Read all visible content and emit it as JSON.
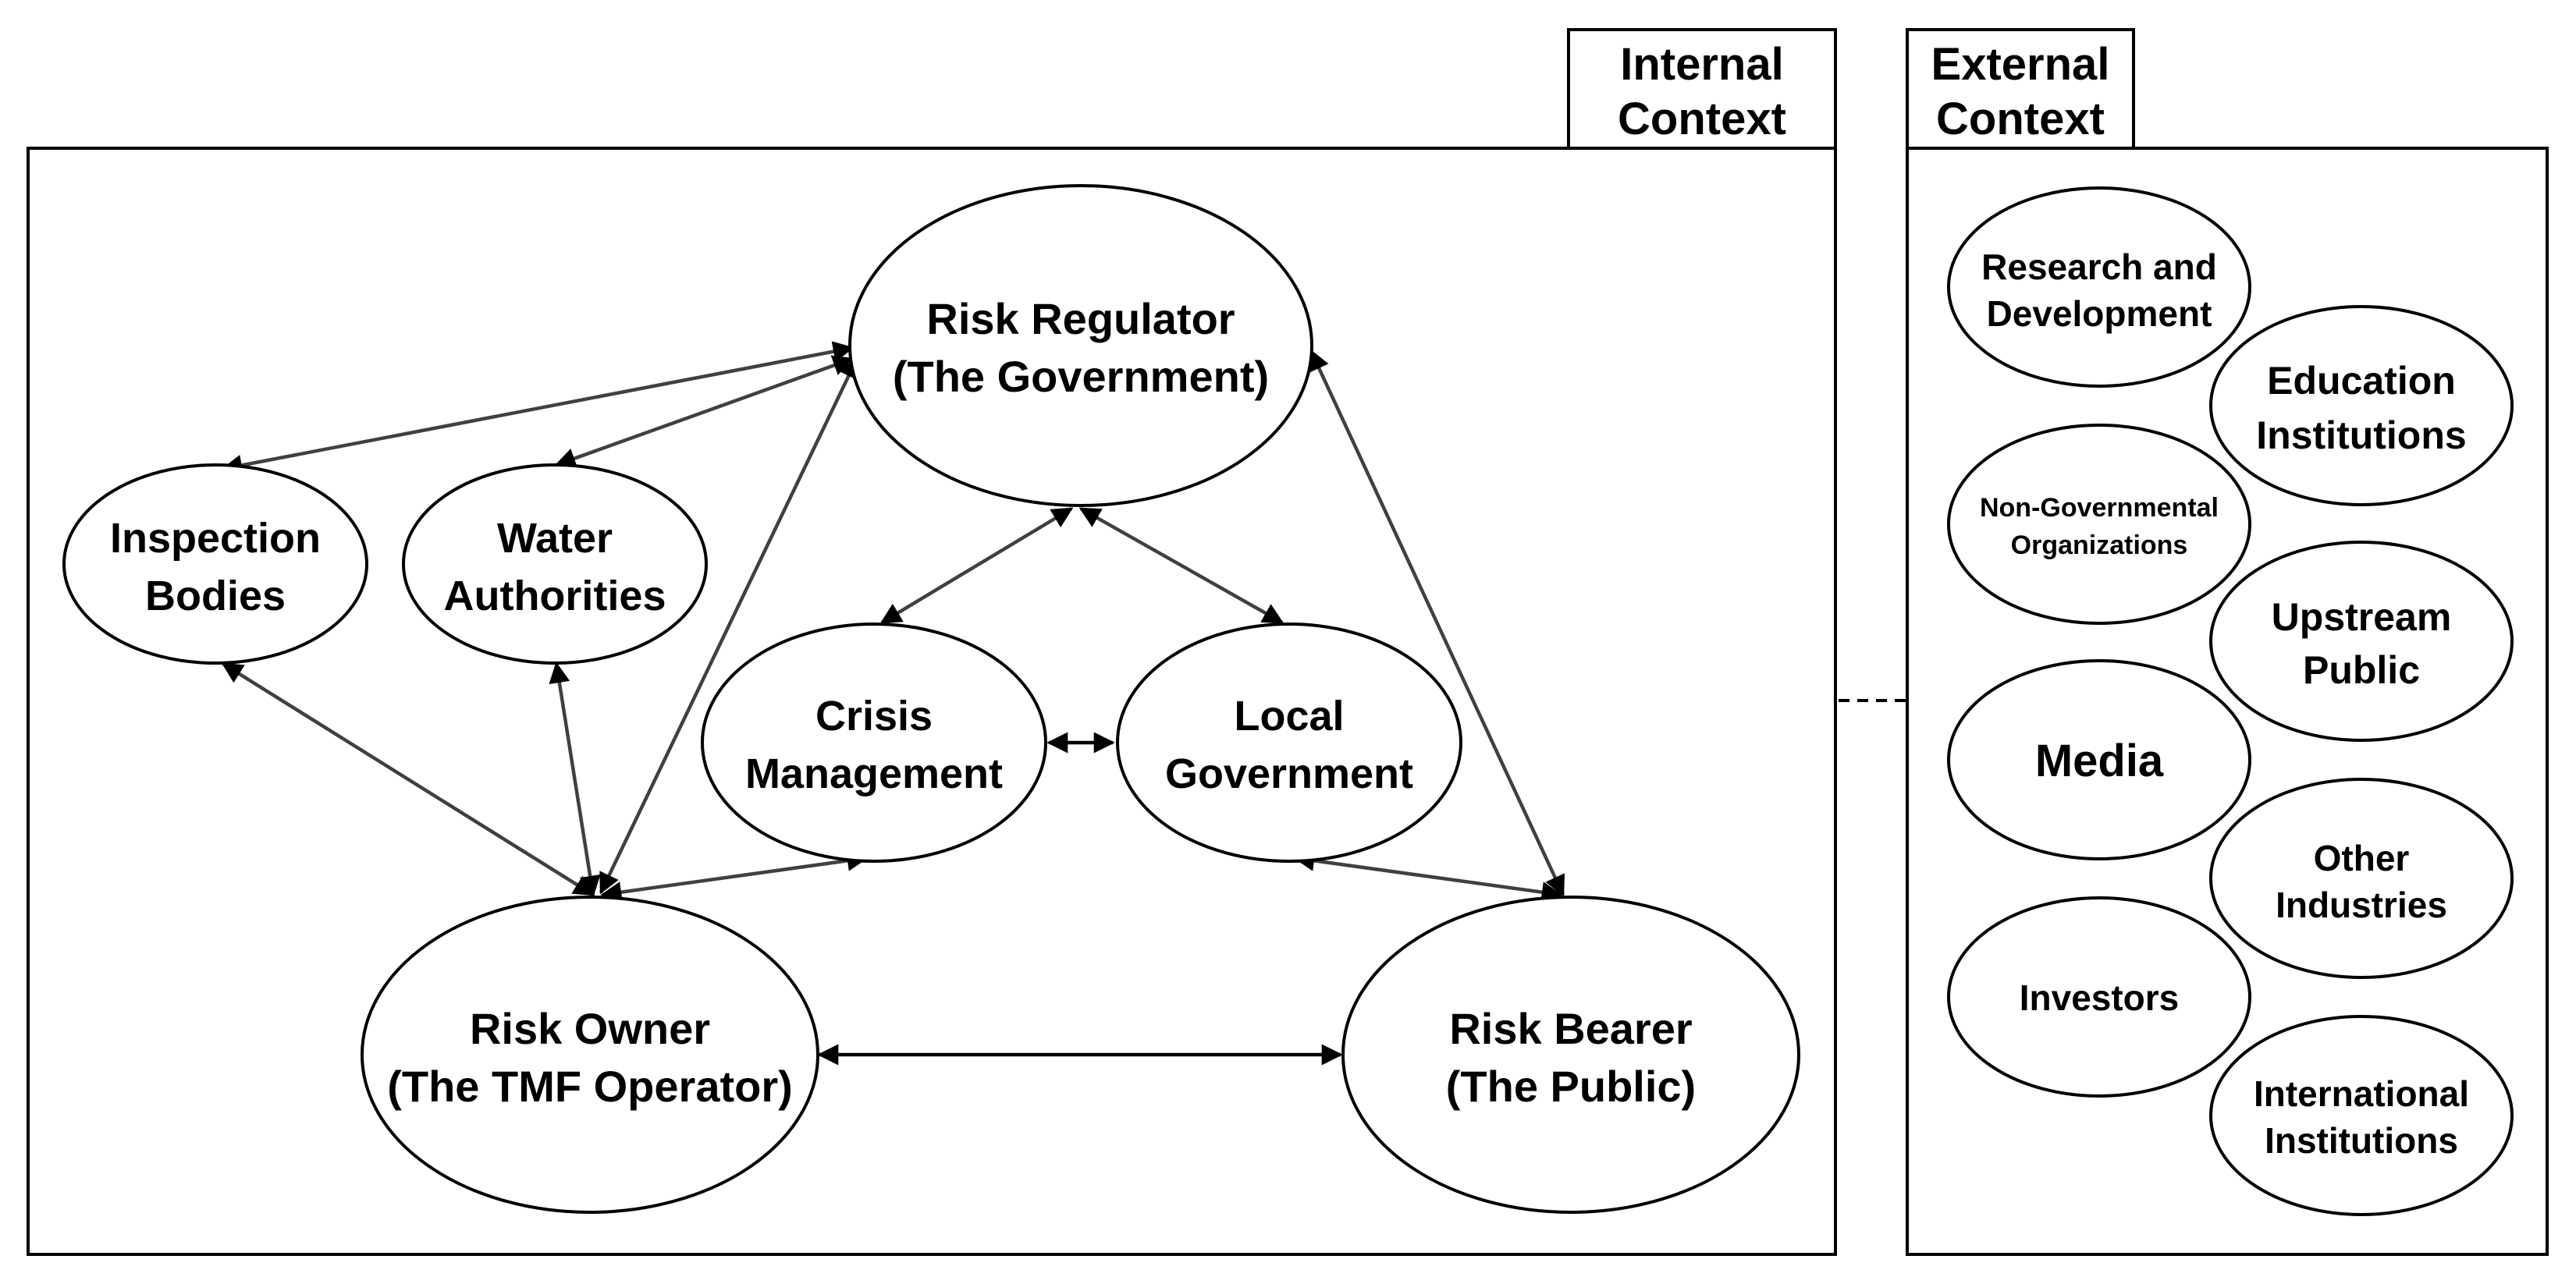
{
  "contexts": {
    "internal": {
      "line1": "Internal",
      "line2": "Context"
    },
    "external": {
      "line1": "External",
      "line2": "Context"
    }
  },
  "nodes": {
    "regulator": {
      "line1": "Risk Regulator",
      "line2": "(The Government)"
    },
    "inspection": {
      "line1": "Inspection",
      "line2": "Bodies"
    },
    "water": {
      "line1": "Water",
      "line2": "Authorities"
    },
    "crisis": {
      "line1": "Crisis",
      "line2": "Management"
    },
    "local": {
      "line1": "Local",
      "line2": "Government"
    },
    "owner": {
      "line1": "Risk Owner",
      "line2": "(The TMF Operator)"
    },
    "bearer": {
      "line1": "Risk Bearer",
      "line2": "(The Public)"
    }
  },
  "external_nodes": {
    "research": {
      "line1": "Research and",
      "line2": "Development"
    },
    "education": {
      "line1": "Education",
      "line2": "Institutions"
    },
    "ngo": {
      "line1": "Non-Governmental",
      "line2": "Organizations"
    },
    "upstream": {
      "line1": "Upstream",
      "line2": "Public"
    },
    "media": {
      "line1": "Media"
    },
    "other": {
      "line1": "Other",
      "line2": "Industries"
    },
    "investors": {
      "line1": "Investors"
    },
    "international": {
      "line1": "International",
      "line2": "Institutions"
    }
  }
}
